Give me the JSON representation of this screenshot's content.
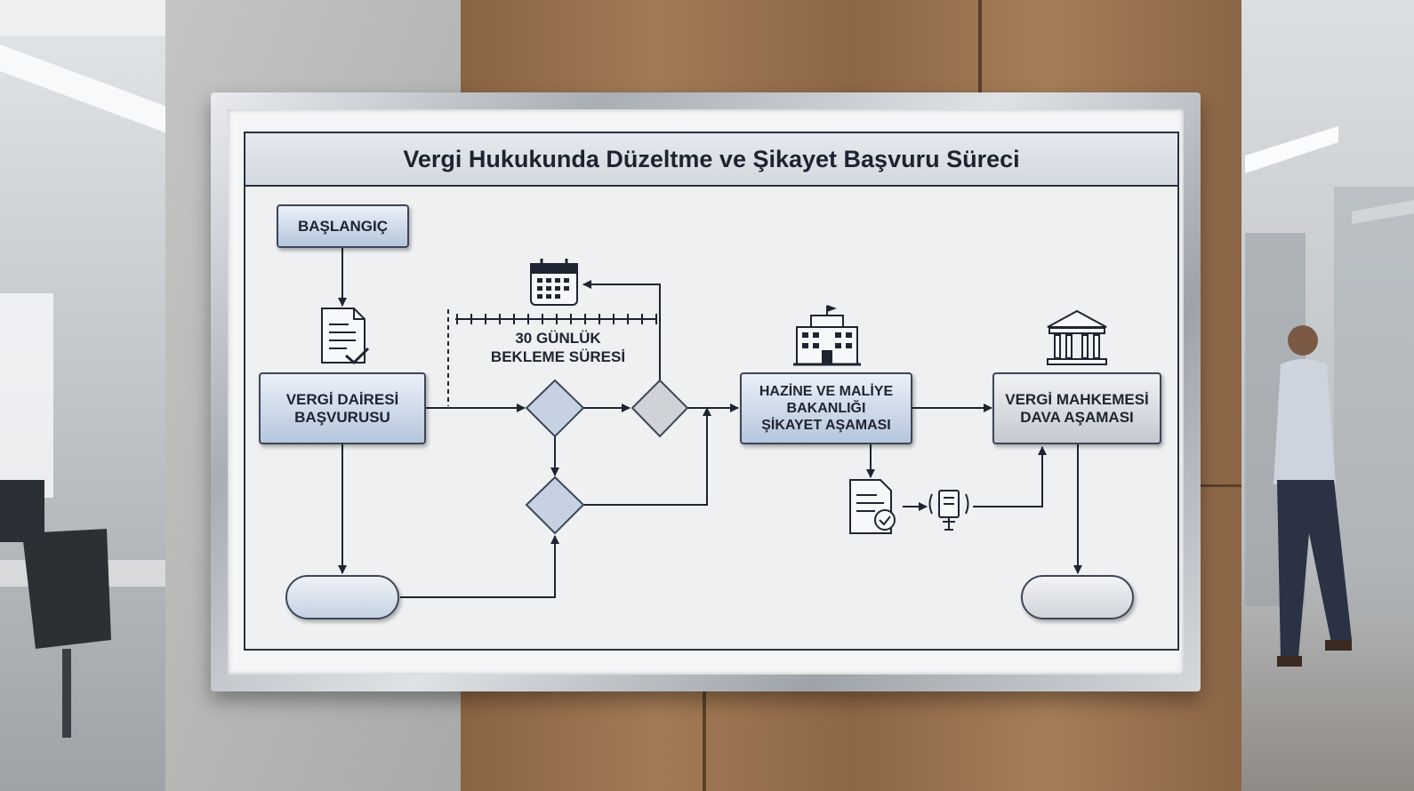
{
  "diagram": {
    "title": "Vergi Hukukunda Düzeltme ve Şikayet Başvuru Süreci",
    "nodes": {
      "start": "BAŞLANGIÇ",
      "tax_office_line1": "VERGİ DAİRESİ",
      "tax_office_line2": "BAŞVURUSU",
      "ministry_line1": "HAZİNE VE MALİYE",
      "ministry_line2": "BAKANLIĞI",
      "ministry_line3": "ŞİKAYET AŞAMASI",
      "court_line1": "VERGİ MAHKEMESİ",
      "court_line2": "DAVA AŞAMASI"
    },
    "waiting_period_line1": "30 GÜNLÜK",
    "waiting_period_line2": "BEKLEME SÜRESİ",
    "icons": [
      "document-check-icon",
      "calendar-icon",
      "government-building-icon",
      "courthouse-icon",
      "document-approved-icon",
      "notification-icon"
    ]
  },
  "colors": {
    "node_blue": "#b5c6dc",
    "node_gray": "#c4c8cf",
    "line": "#1e2431"
  }
}
